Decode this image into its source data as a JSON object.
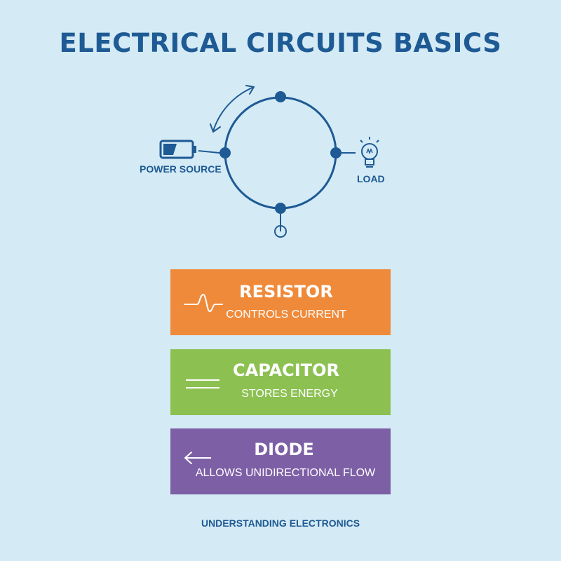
{
  "title": "ELECTRICAL CIRCUITS BASICS",
  "diagram": {
    "power_source_label": "POWER SOURCE",
    "load_label": "LOAD",
    "colors": {
      "primary": "#1e5a94",
      "background": "#d4eaf5"
    },
    "icons": [
      "battery-icon",
      "light-bulb-icon",
      "ground-icon",
      "flow-arrow-icon"
    ]
  },
  "components": [
    {
      "name": "RESISTOR",
      "description": "CONTROLS CURRENT",
      "color": "#ef8a3a",
      "icon": "resistor-wave-icon"
    },
    {
      "name": "CAPACITOR",
      "description": "STORES ENERGY",
      "color": "#8cc152",
      "icon": "capacitor-plates-icon"
    },
    {
      "name": "DIODE",
      "description": "ALLOWS UNIDIRECTIONAL FLOW",
      "color": "#7d5fa6",
      "icon": "left-arrow-icon"
    }
  ],
  "footer": "UNDERSTANDING ELECTRONICS"
}
